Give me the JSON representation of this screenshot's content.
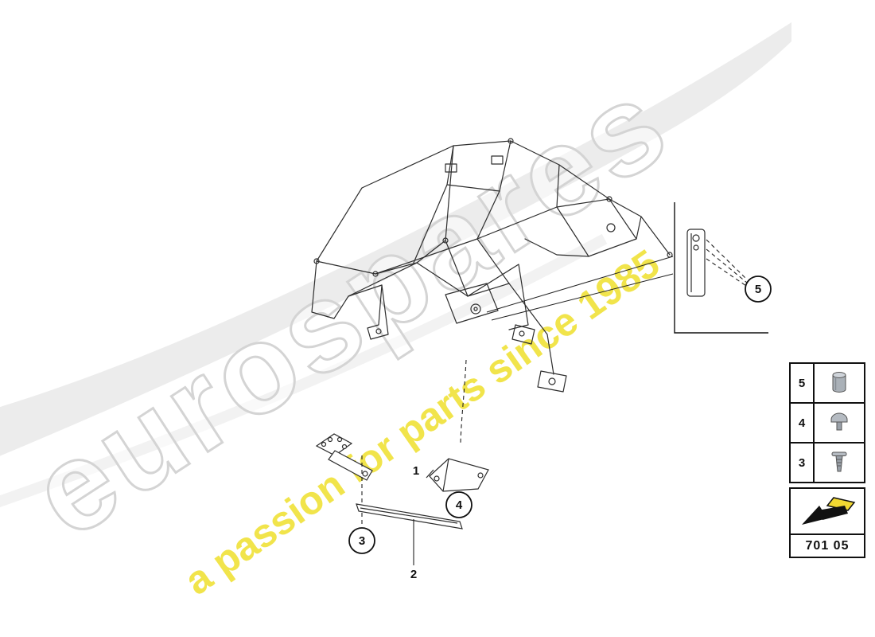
{
  "watermark": {
    "brand": "eurospares",
    "tagline": "a passion for parts since 1985"
  },
  "callouts": {
    "c1": "1",
    "c2": "2",
    "c3": "3",
    "c4": "4",
    "c5": "5"
  },
  "legend": {
    "rows": [
      {
        "num": "5",
        "icon": "bushing-icon"
      },
      {
        "num": "4",
        "icon": "round-head-screw-icon"
      },
      {
        "num": "3",
        "icon": "rivet-icon"
      }
    ]
  },
  "part_box": {
    "code": "701 05",
    "icon": "corner-arrow-icon"
  },
  "colors": {
    "accent_yellow": "#f0e23c",
    "watermark_gray": "#d9d9d9",
    "line_black": "#2d2d2d"
  }
}
